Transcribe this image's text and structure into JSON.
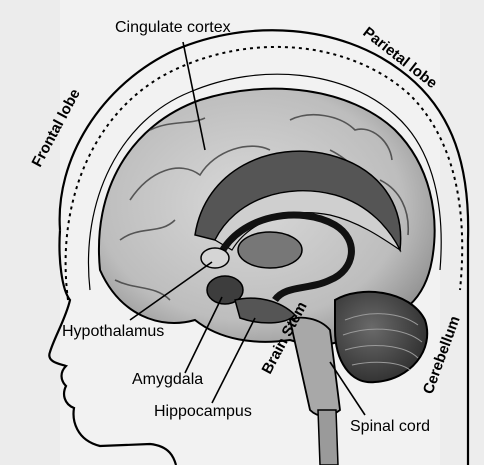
{
  "diagram": {
    "labels": {
      "cingulate_cortex": "Cingulate cortex",
      "frontal_lobe": "Frontal lobe",
      "parietal_lobe": "Parietal lobe",
      "cerebellum": "Cerebellum",
      "brain_stem": "Brain Stem",
      "spinal_cord": "Spinal cord",
      "hypothalamus": "Hypothalamus",
      "amygdala": "Amygdala",
      "hippocampus": "Hippocampus"
    }
  }
}
